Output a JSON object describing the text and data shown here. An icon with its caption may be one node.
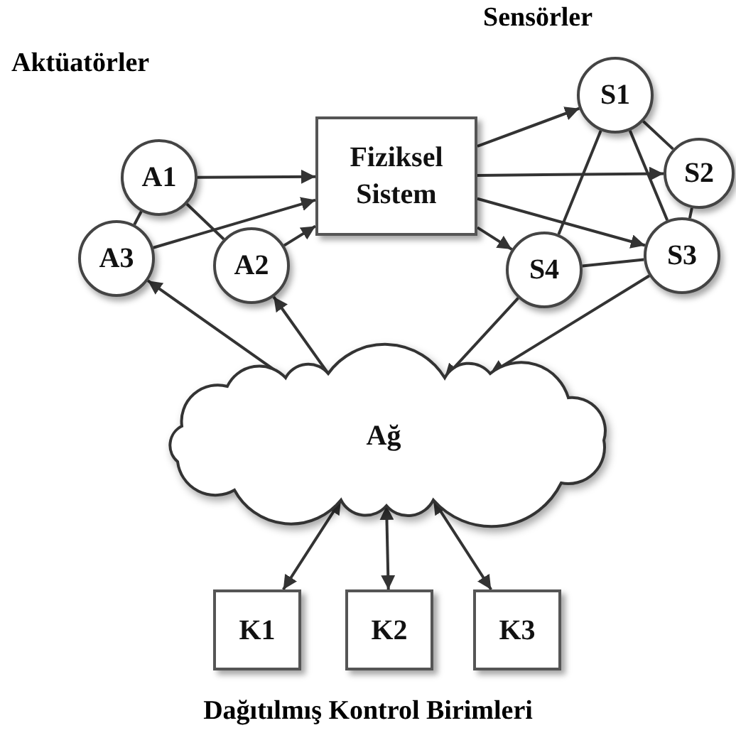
{
  "diagram": {
    "nodes": [
      {
        "text": [
          "Fiziksel Sistem"
        ]
      },
      {
        "text": [
          "A1"
        ]
      },
      {
        "text": [
          "A3"
        ]
      },
      {
        "text": [
          "A2"
        ]
      },
      {
        "text": [
          "S1"
        ]
      },
      {
        "text": [
          "S2"
        ]
      },
      {
        "text": [
          "S3"
        ]
      },
      {
        "text": [
          "S4"
        ]
      },
      {
        "text": [
          "Ağ"
        ]
      },
      {
        "text": [
          "K1"
        ]
      },
      {
        "text": [
          "K2"
        ]
      },
      {
        "text": [
          "K3"
        ]
      }
    ],
    "edges": [
      {
        "from": 1,
        "to": 0,
        "arrow": "to"
      },
      {
        "from": 2,
        "to": 0,
        "arrow": "to"
      },
      {
        "from": 3,
        "to": 0,
        "arrow": "to"
      },
      {
        "from": 1,
        "to": 2,
        "arrow": "none"
      },
      {
        "from": 1,
        "to": 3,
        "arrow": "none"
      },
      {
        "from": 0,
        "to": 4,
        "arrow": "to"
      },
      {
        "from": 0,
        "to": 5,
        "arrow": "to"
      },
      {
        "from": 0,
        "to": 6,
        "arrow": "to"
      },
      {
        "from": 0,
        "to": 7,
        "arrow": "to"
      },
      {
        "from": 4,
        "to": 5,
        "arrow": "none"
      },
      {
        "from": 4,
        "to": 6,
        "arrow": "none"
      },
      {
        "from": 4,
        "to": 7,
        "arrow": "none"
      },
      {
        "from": 5,
        "to": 6,
        "arrow": "none"
      },
      {
        "from": 7,
        "to": 6,
        "arrow": "none"
      },
      {
        "from": 7,
        "to": 8,
        "arrow": "to"
      },
      {
        "from": 6,
        "to": 8,
        "arrow": "to"
      },
      {
        "from": 8,
        "to": 2,
        "arrow": "to"
      },
      {
        "from": 8,
        "to": 3,
        "arrow": "to"
      },
      {
        "from": 8,
        "to": 9,
        "arrow": "both"
      },
      {
        "from": 8,
        "to": 10,
        "arrow": "both"
      },
      {
        "from": 8,
        "to": 11,
        "arrow": "both"
      }
    ],
    "labels": [
      "Aktüatörler",
      "Sensörler",
      "Dağıtılmış Kontrol Birimleri"
    ]
  }
}
